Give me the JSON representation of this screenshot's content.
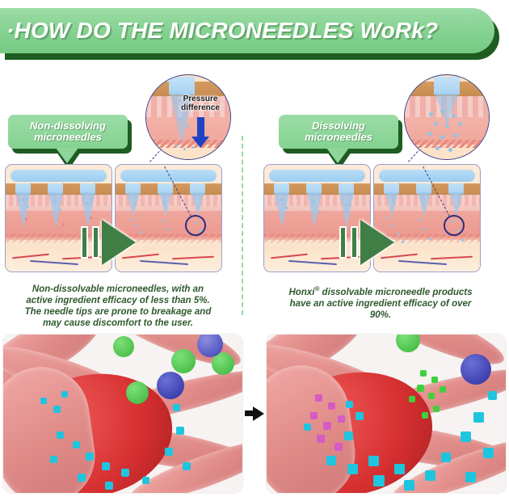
{
  "header": {
    "title": "·HOW DO THE MICRONEEDLES WoRk?",
    "bg_color": "#84d291",
    "shadow_color": "#1e5c22",
    "text_color": "#ffffff"
  },
  "left_section": {
    "label": "Non-dissolving\nmicroneedles",
    "label_line1": "Non-dissolving",
    "label_line2": "microneedles",
    "caption": "Non-dissolvable microneedles, with an active ingredient efficacy of less than 5%. The needle tips are prone to breakage and may cause discomfort to the user.",
    "caption_line1": "Non-dissolvable microneedles, with an",
    "caption_line2": "active ingredient efficacy of less than 5%.",
    "caption_line3": "The needle tips are prone to breakage and",
    "caption_line4": "may cause discomfort to the user.",
    "efficacy_value": "less than 5%",
    "magnifier": {
      "annotation_line1": "Pressure",
      "annotation_line2": "difference",
      "arrow_direction": "down",
      "arrow_color": "#1f43c4"
    }
  },
  "right_section": {
    "label_line1": "Dissolving",
    "label_line2": "microneedles",
    "caption_line1": "Honxi",
    "caption_registered": "®",
    "caption_line1b": " dissolvable microneedle products",
    "caption_line2": "have an active ingredient efficacy of over",
    "caption_line3": "90%.",
    "brand": "Honxi",
    "efficacy_value": "over 90%",
    "magnifier": {
      "annotation": ""
    }
  },
  "skin_layers": {
    "patch": "#a9d2f1",
    "stratum_corneum": "#c68c52",
    "epidermis": "#f4c3bd",
    "dermis": "#eb988e",
    "subcutaneous": "#fbe2c8",
    "needle_color": "#96c8f0"
  },
  "transition_arrow": {
    "color": "#3f7f46",
    "outline": "#ffffff"
  },
  "divider": {
    "color": "#9bd6a5",
    "style": "dashed"
  },
  "bottom": {
    "left_photo": {
      "alt": "blood vessel with few absorbed particles",
      "particle_count_label": "few",
      "fiber_color": "#e08b88",
      "vessel_color": "#d52f30",
      "particle_color": "#1fc5df",
      "sphere_green": "#43c13f",
      "sphere_blue": "#3a3fb5"
    },
    "right_photo": {
      "alt": "blood vessel with many absorbed particles",
      "particle_count_label": "many",
      "fiber_color": "#e08b88",
      "vessel_color": "#d52f30",
      "particle_color": "#1fc5df",
      "particle_color_2": "#d65bc4",
      "sphere_green": "#43c13f",
      "sphere_blue": "#3a3fb5"
    },
    "arrow_color": "#111111"
  }
}
